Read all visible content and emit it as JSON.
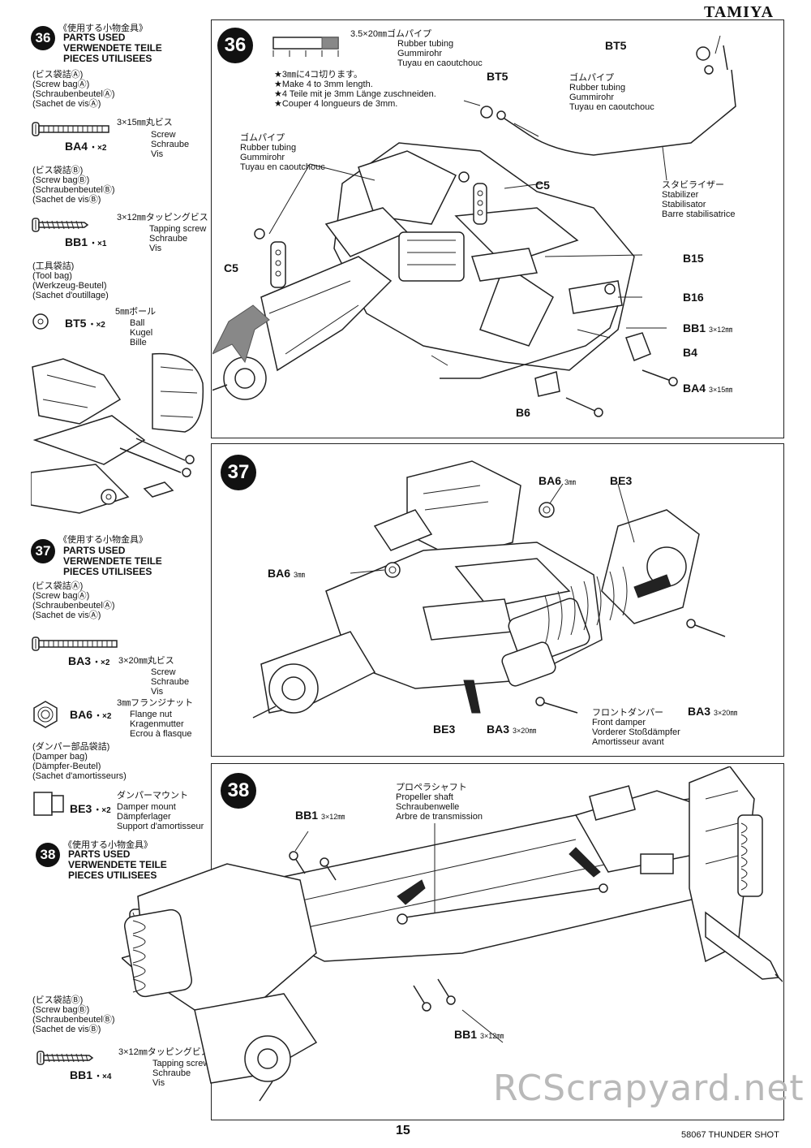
{
  "brand": "TAMIYA",
  "page_number": "15",
  "footer": "58067 THUNDER SHOT",
  "watermark": "RCScrapyard.net",
  "sidebar": {
    "step36": {
      "num": "36",
      "jp": "《使用する小物金具》",
      "en": [
        "PARTS USED",
        "VERWENDETE TEILE",
        "PIECES UTILISEES"
      ],
      "bag_a": [
        "(ビス袋詰Ⓐ)",
        "(Screw bagⒶ)",
        "(SchraubenbeutelⒶ)",
        "(Sachet de visⒶ)"
      ],
      "ba4": {
        "label": "BA4",
        "qty": "・×2",
        "jp": "3×15㎜丸ビス",
        "desc": [
          "Screw",
          "Schraube",
          "Vis"
        ]
      },
      "bag_b": [
        "(ビス袋詰Ⓑ)",
        "(Screw bagⒷ)",
        "(SchraubenbeutelⒷ)",
        "(Sachet de visⒷ)"
      ],
      "bb1": {
        "label": "BB1",
        "qty": "・×1",
        "jp": "3×12㎜タッピングビス",
        "desc": [
          "Tapping screw",
          "Schraube",
          "Vis"
        ]
      },
      "tool_bag": [
        "(工具袋詰)",
        "(Tool bag)",
        "(Werkzeug-Beutel)",
        "(Sachet d'outillage)"
      ],
      "bt5": {
        "label": "BT5",
        "qty": "・×2",
        "jp": "5㎜ボール",
        "desc": [
          "Ball",
          "Kugel",
          "Bille"
        ]
      }
    },
    "step37": {
      "num": "37",
      "jp": "《使用する小物金具》",
      "en": [
        "PARTS USED",
        "VERWENDETE TEILE",
        "PIECES UTILISEES"
      ],
      "bag_a": [
        "(ビス袋詰Ⓐ)",
        "(Screw bagⒶ)",
        "(SchraubenbeutelⒶ)",
        "(Sachet de visⒶ)"
      ],
      "ba3": {
        "label": "BA3",
        "qty": "・×2",
        "jp": "3×20㎜丸ビス",
        "desc": [
          "Screw",
          "Schraube",
          "Vis"
        ]
      },
      "ba6": {
        "label": "BA6",
        "qty": "・×2",
        "jp": "3㎜フランジナット",
        "desc": [
          "Flange nut",
          "Kragenmutter",
          "Ecrou à flasque"
        ]
      },
      "damper_bag": [
        "(ダンパー部品袋詰)",
        "(Damper bag)",
        "(Dämpfer-Beutel)",
        "(Sachet d'amortisseurs)"
      ],
      "be3": {
        "label": "BE3",
        "qty": "・×2",
        "jp": "ダンパーマウント",
        "desc": [
          "Damper mount",
          "Dämpferlager",
          "Support d'amortisseur"
        ]
      }
    },
    "step38": {
      "num": "38",
      "jp": "《使用する小物金具》",
      "en": [
        "PARTS USED",
        "VERWENDETE TEILE",
        "PIECES UTILISEES"
      ],
      "bag_b": [
        "(ビス袋詰Ⓑ)",
        "(Screw bagⒷ)",
        "(SchraubenbeutelⒷ)",
        "(Sachet de visⒷ)"
      ],
      "bb1": {
        "label": "BB1",
        "qty": "・×4",
        "jp": "3×12㎜タッピングビス",
        "desc": [
          "Tapping screw",
          "Schraube",
          "Vis"
        ]
      }
    }
  },
  "panel36": {
    "num": "36",
    "tubing_size": "3.5×20㎜ゴムパイプ",
    "tubing_names": [
      "Rubber tubing",
      "Gummirohr",
      "Tuyau en caoutchouc"
    ],
    "cut_notes": [
      "★3㎜に4コ切ります。",
      "★Make 4 to 3mm length.",
      "★4 Teile mit je 3mm Länge zuschneiden.",
      "★Couper 4 longueurs de 3mm."
    ],
    "rubber_left": [
      "ゴムパイプ",
      "Rubber tubing",
      "Gummirohr",
      "Tuyau en caoutchouc"
    ],
    "rubber_mid": [
      "ゴムパイプ",
      "Rubber tubing",
      "Gummirohr",
      "Tuyau en caoutchouc"
    ],
    "stabilizer": [
      "スタビライザー",
      "Stabilizer",
      "Stabilisator",
      "Barre stabilisatrice"
    ],
    "labels": {
      "bt5_a": "BT5",
      "bt5_b": "BT5",
      "c5_a": "C5",
      "c5_b": "C5",
      "b15": "B15",
      "b16": "B16",
      "bb1": "BB1",
      "bb1_spec": "3×12㎜",
      "b4": "B4",
      "ba4": "BA4",
      "ba4_spec": "3×15㎜",
      "b6": "B6"
    }
  },
  "panel37": {
    "num": "37",
    "front_damper": [
      "フロントダンパー",
      "Front damper",
      "Vorderer Stoßdämpfer",
      "Amortisseur avant"
    ],
    "labels": {
      "ba6_a": "BA6",
      "ba6_a_spec": "3㎜",
      "be3_a": "BE3",
      "ba6_b": "BA6",
      "ba6_b_spec": "3㎜",
      "be3_b": "BE3",
      "ba3_a": "BA3",
      "ba3_a_spec": "3×20㎜",
      "ba3_b": "BA3",
      "ba3_b_spec": "3×20㎜"
    }
  },
  "panel38": {
    "num": "38",
    "propeller": [
      "プロペラシャフト",
      "Propeller shaft",
      "Schraubenwelle",
      "Arbre de transmission"
    ],
    "labels": {
      "bb1_a": "BB1",
      "bb1_a_spec": "3×12㎜",
      "bb1_b": "BB1",
      "bb1_b_spec": "3×12㎜"
    }
  }
}
